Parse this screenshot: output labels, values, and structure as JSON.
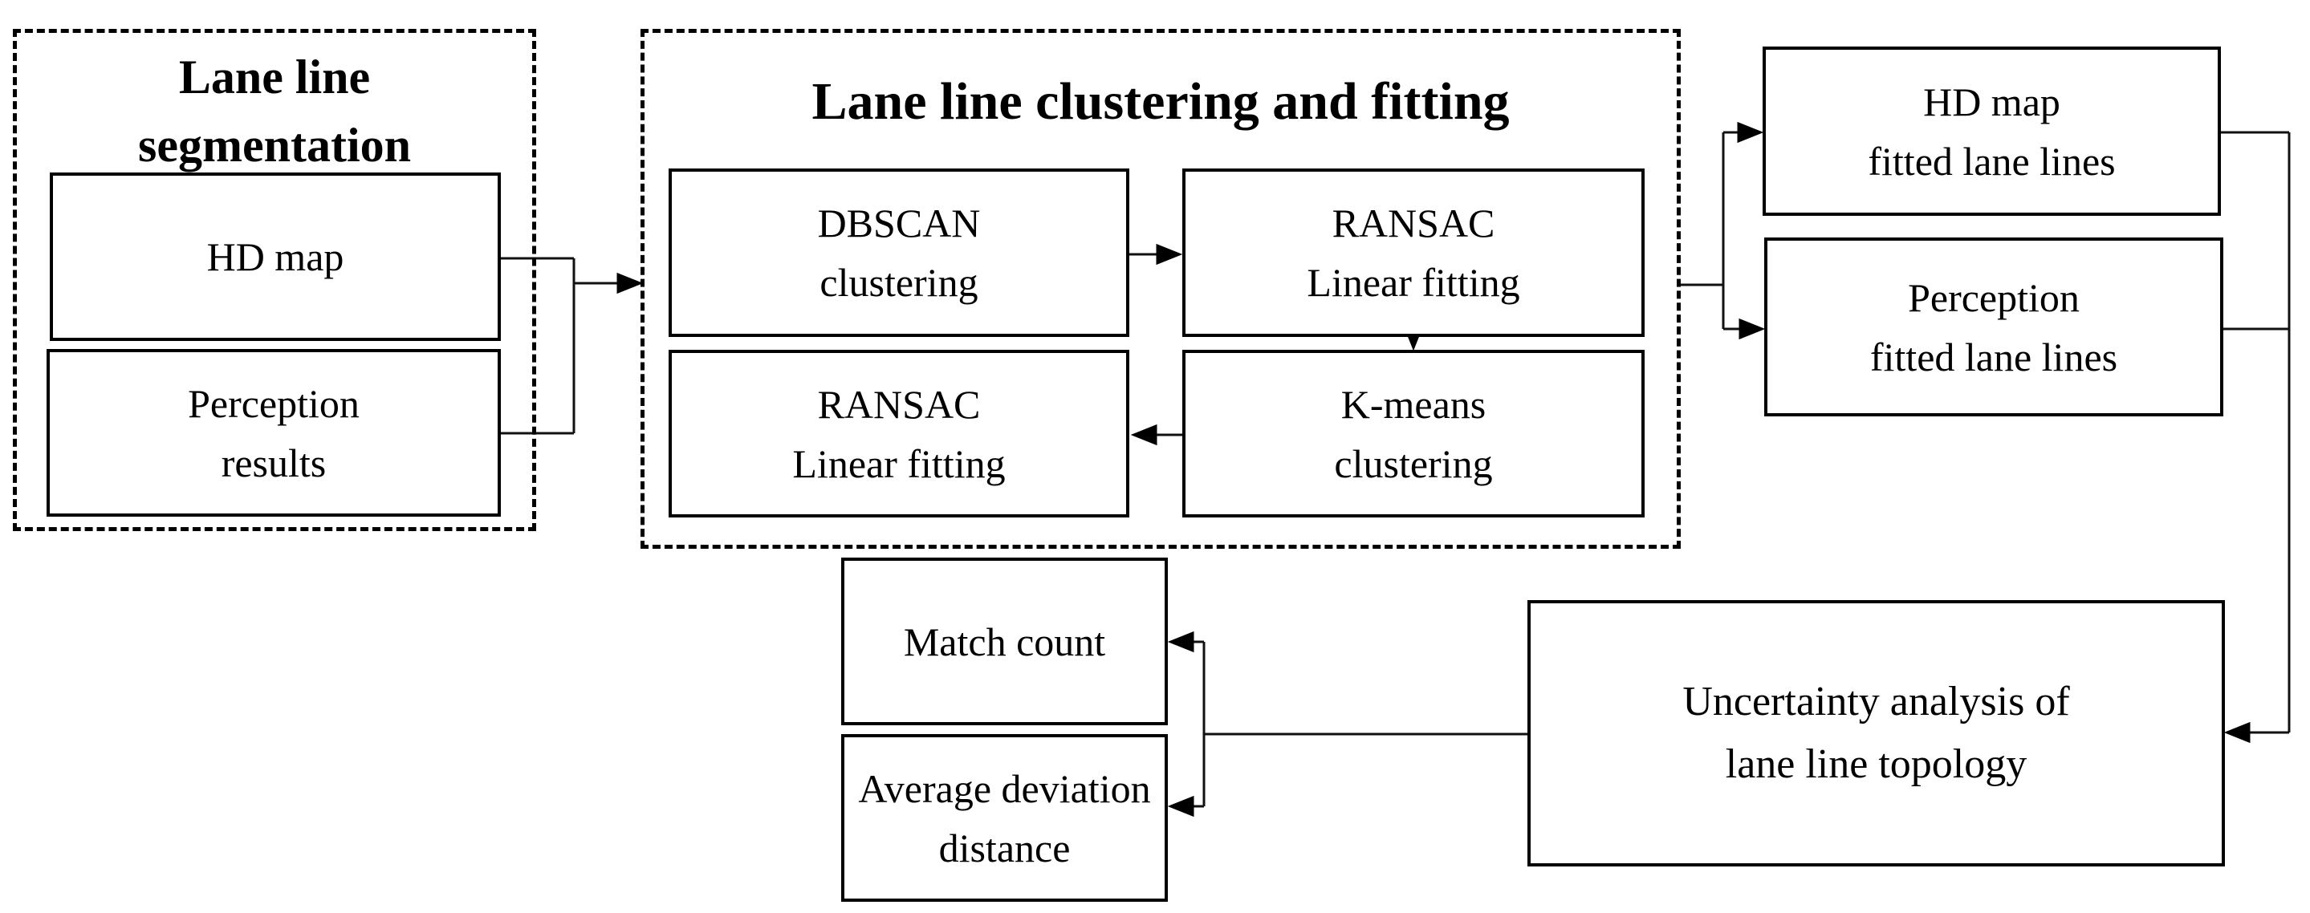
{
  "figure": {
    "background": "#ffffff",
    "ink": "#000000",
    "groups": {
      "segmentation": {
        "title_lines": [
          "Lane line",
          "segmentation"
        ]
      },
      "clustering": {
        "title_lines": [
          "Lane line clustering and fitting"
        ]
      }
    },
    "nodes": {
      "hd_map": {
        "lines": [
          "HD map"
        ]
      },
      "perception_results": {
        "lines": [
          "Perception",
          "results"
        ]
      },
      "dbscan": {
        "lines": [
          "DBSCAN",
          "clustering"
        ]
      },
      "ransac_top": {
        "lines": [
          "RANSAC",
          "Linear fitting"
        ]
      },
      "ransac_bottom": {
        "lines": [
          "RANSAC",
          "Linear fitting"
        ]
      },
      "kmeans": {
        "lines": [
          "K-means",
          "clustering"
        ]
      },
      "hd_fitted": {
        "lines": [
          "HD map",
          "fitted lane lines"
        ]
      },
      "perception_fitted": {
        "lines": [
          "Perception",
          "fitted lane lines"
        ]
      },
      "uncertainty": {
        "lines": [
          "Uncertainty analysis of",
          "lane line topology"
        ]
      },
      "match_count": {
        "lines": [
          "Match count"
        ]
      },
      "avg_deviation": {
        "lines": [
          "Average deviation",
          "distance"
        ]
      }
    }
  }
}
